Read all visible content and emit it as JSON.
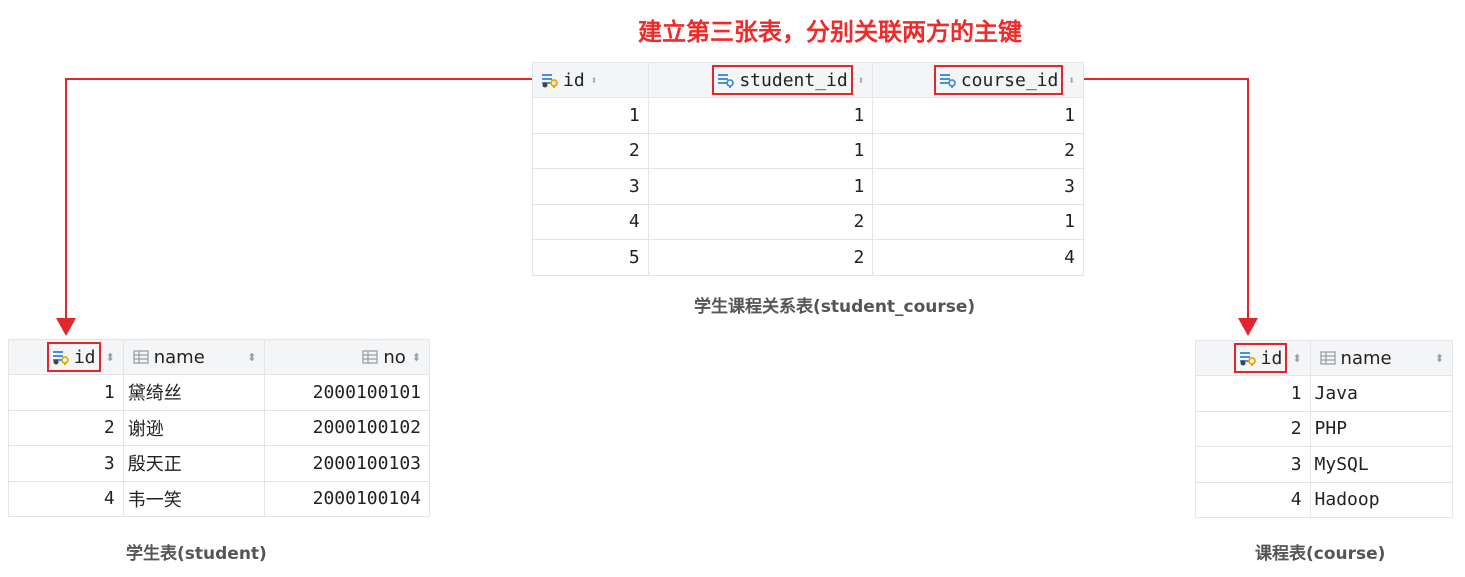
{
  "title": "建立第三张表，分别关联两方的主键",
  "link_table": {
    "caption": "学生课程关系表(student_course)",
    "columns": [
      "id",
      "student_id",
      "course_id"
    ],
    "rows": [
      [
        "1",
        "1",
        "1"
      ],
      [
        "2",
        "1",
        "2"
      ],
      [
        "3",
        "1",
        "3"
      ],
      [
        "4",
        "2",
        "1"
      ],
      [
        "5",
        "2",
        "4"
      ]
    ]
  },
  "student_table": {
    "caption": "学生表(student)",
    "columns": [
      "id",
      "name",
      "no"
    ],
    "rows": [
      [
        "1",
        "黛绮丝",
        "2000100101"
      ],
      [
        "2",
        "谢逊",
        "2000100102"
      ],
      [
        "3",
        "殷天正",
        "2000100103"
      ],
      [
        "4",
        "韦一笑",
        "2000100104"
      ]
    ]
  },
  "course_table": {
    "caption": "课程表(course)",
    "columns": [
      "id",
      "name"
    ],
    "rows": [
      [
        "1",
        "Java"
      ],
      [
        "2",
        "PHP"
      ],
      [
        "3",
        "MySQL"
      ],
      [
        "4",
        "Hadoop"
      ]
    ]
  },
  "colors": {
    "highlight": "#e3252c",
    "title": "#f02a2a",
    "key_icon": "#4a90d9",
    "key_accent": "#f0a500"
  },
  "icons": {
    "primary_key": "primary-key-column-icon",
    "foreign_key": "foreign-key-column-icon",
    "column": "column-icon",
    "sort": "sort-arrows-icon"
  }
}
